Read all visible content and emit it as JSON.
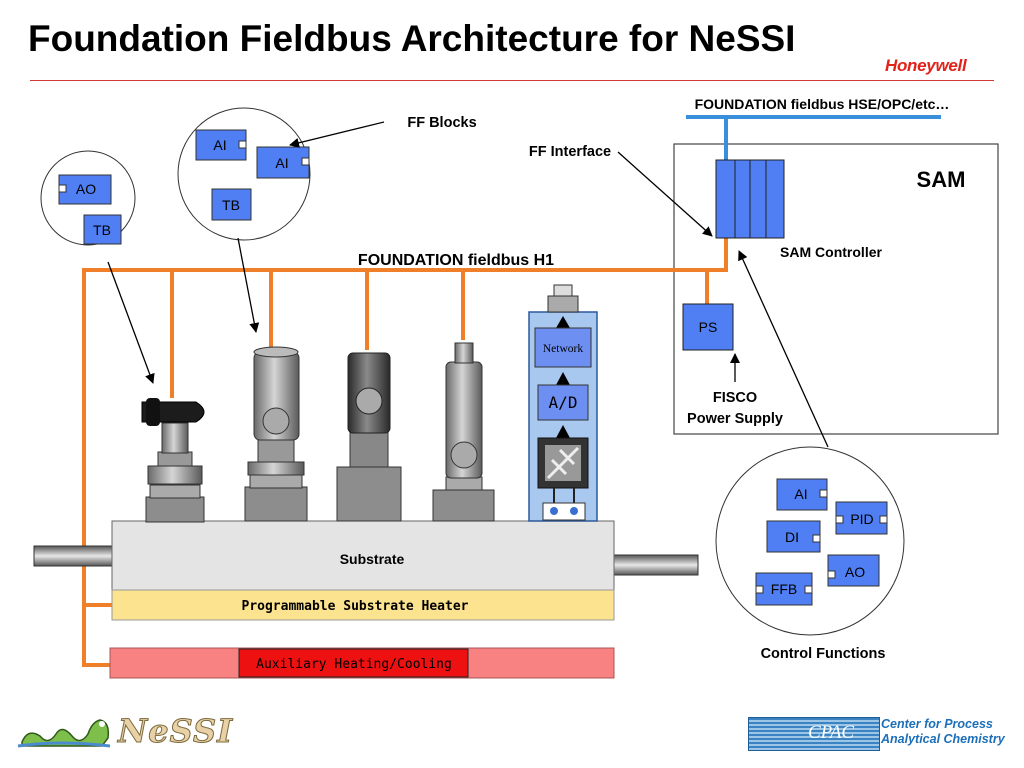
{
  "title": "Foundation Fieldbus Architecture for NeSSI",
  "brand": "Honeywell",
  "labels": {
    "ff_blocks": "FF Blocks",
    "ff_interface": "FF Interface",
    "hse": "FOUNDATION fieldbus HSE/OPC/etc…",
    "sam": "SAM",
    "sam_controller": "SAM Controller",
    "h1": "FOUNDATION fieldbus H1",
    "ps": "PS",
    "fisco_1": "FISCO",
    "fisco_2": "Power Supply",
    "network": "Network",
    "ad": "A/D",
    "substrate": "Substrate",
    "heater": "Programmable Substrate Heater",
    "aux": "Auxiliary Heating/Cooling",
    "control_functions": "Control Functions"
  },
  "blocks": {
    "left_ao": "AO",
    "left_tb": "TB",
    "mid_ai1": "AI",
    "mid_ai2": "AI",
    "mid_tb": "TB",
    "cf_ai": "AI",
    "cf_pid": "PID",
    "cf_di": "DI",
    "cf_ao": "AO",
    "cf_ffb": "FFB"
  },
  "logos": {
    "nessi": "NeSSI",
    "cpac": "CPAC",
    "cpac_name": "Center for Process\nAnalytical Chemistry"
  },
  "colors": {
    "fieldbus_orange": "#f07f2a",
    "hse_blue": "#3a8fdc",
    "block_blue": "#4f7ff2",
    "heater_yellow": "#fbe38f",
    "aux_pink": "#f88181",
    "aux_red": "#ee1111",
    "title_rule": "#d23a3a",
    "brand_red": "#e2231a"
  }
}
